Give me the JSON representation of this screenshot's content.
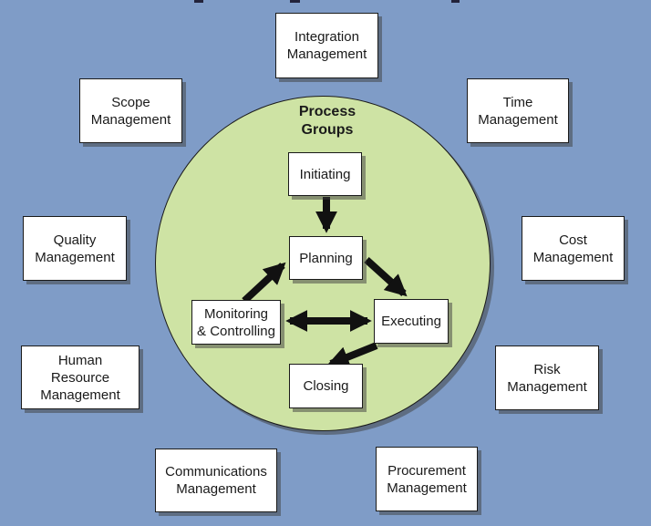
{
  "diagram": {
    "center_label": "Process Groups",
    "process_groups": [
      {
        "id": "initiating",
        "label": "Initiating",
        "lines": [
          "Initiating"
        ]
      },
      {
        "id": "planning",
        "label": "Planning",
        "lines": [
          "Planning"
        ]
      },
      {
        "id": "monitoring-controlling",
        "label": "Monitoring & Controlling",
        "lines": [
          "Monitoring",
          "& Controlling"
        ]
      },
      {
        "id": "executing",
        "label": "Executing",
        "lines": [
          "Executing"
        ]
      },
      {
        "id": "closing",
        "label": "Closing",
        "lines": [
          "Closing"
        ]
      }
    ],
    "knowledge_areas": [
      {
        "id": "integration",
        "label": "Integration Management",
        "lines": [
          "Integration",
          "Management"
        ]
      },
      {
        "id": "scope",
        "label": "Scope Management",
        "lines": [
          "Scope",
          "Management"
        ]
      },
      {
        "id": "time",
        "label": "Time Management",
        "lines": [
          "Time",
          "Management"
        ]
      },
      {
        "id": "quality",
        "label": "Quality Management",
        "lines": [
          "Quality",
          "Management"
        ]
      },
      {
        "id": "cost",
        "label": "Cost Management",
        "lines": [
          "Cost",
          "Management"
        ]
      },
      {
        "id": "human-resource",
        "label": "Human Resource Management",
        "lines": [
          "Human",
          "Resource",
          "Management"
        ]
      },
      {
        "id": "risk",
        "label": "Risk Management",
        "lines": [
          "Risk",
          "Management"
        ]
      },
      {
        "id": "communications",
        "label": "Communications Management",
        "lines": [
          "Communications",
          "Management"
        ]
      },
      {
        "id": "procurement",
        "label": "Procurement Management",
        "lines": [
          "Procurement",
          "Management"
        ]
      }
    ],
    "arrows": [
      {
        "from": "initiating",
        "to": "planning",
        "double": false
      },
      {
        "from": "monitoring-controlling",
        "to": "planning",
        "double": false
      },
      {
        "from": "planning",
        "to": "executing",
        "double": false
      },
      {
        "from": "monitoring-controlling",
        "to": "executing",
        "double": true
      },
      {
        "from": "executing",
        "to": "closing",
        "double": false
      }
    ],
    "colors": {
      "background": "#7f9cc7",
      "circle_fill": "#cee3a4",
      "box_fill": "#ffffff",
      "outline": "#1a1a1a",
      "arrow": "#111111"
    }
  }
}
